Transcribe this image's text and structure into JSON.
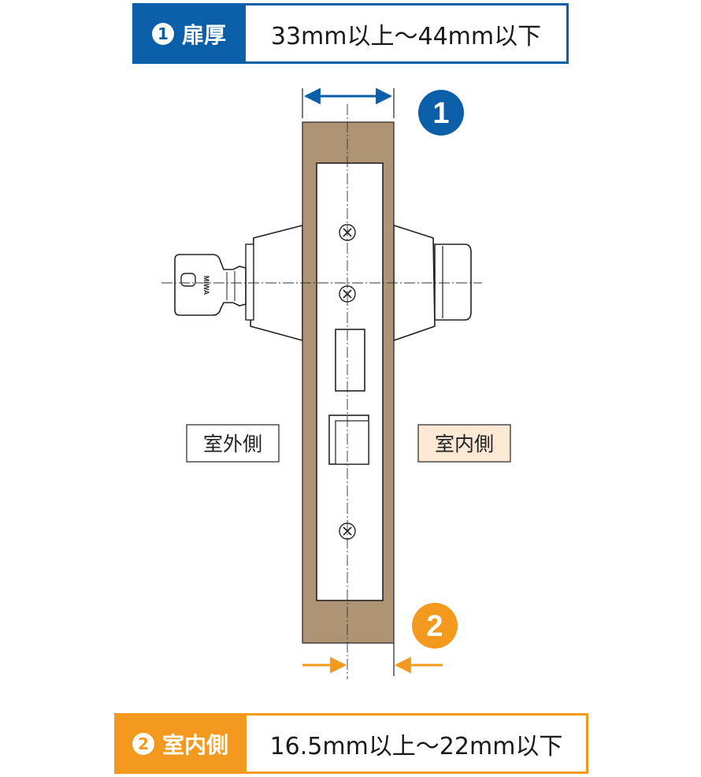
{
  "spec1": {
    "number": "1",
    "title": "扉厚",
    "value": "33mm以上〜44mm以下"
  },
  "spec2": {
    "number": "2",
    "title": "室内側",
    "value": "16.5mm以上〜22mm以下"
  },
  "diagram": {
    "marker1": "1",
    "marker2": "2",
    "label_outside": "室外側",
    "label_inside": "室内側",
    "key_brand": "MIWA"
  },
  "colors": {
    "blue": "#0a5fa8",
    "orange": "#f39a1e",
    "door": "#ae9474",
    "inside_label_bg": "#fbe9d6"
  }
}
